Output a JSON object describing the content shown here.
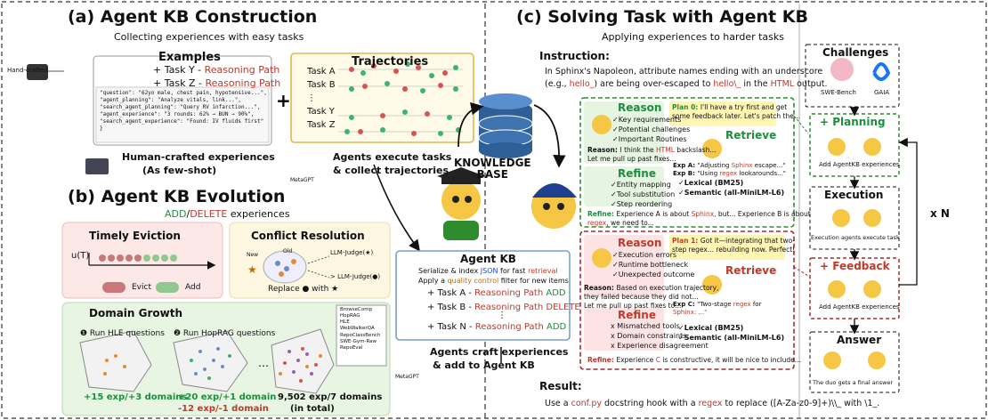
{
  "a": {
    "title": "(a) Agent KB Construction",
    "subtitle": "Collecting experiences with easy tasks",
    "examples_label": "Examples",
    "hand_crafted": "Hand-crafted",
    "example1_task": "+ Task Y - ",
    "example1_path": "Reasoning Path",
    "example2_task": "+ Task Z - ",
    "example2_path": "Reasoning Path",
    "json": [
      "\"question\": \"62yo male, chest pain, hypotensive...\",",
      "\"agent_planning\": \"Analyze vitals, link...\",",
      "\"search_agent_planning\": \"Query RV infarction...\",",
      "\"agent_experience\": \"3 rounds: 62% → BUN → 90%\",",
      "\"search_agent_experience\": \"Found: IV fluids first\"",
      "}"
    ],
    "human_crafted": "Human-crafted experiences",
    "few_shot": "(As few-shot)",
    "trajectories_label": "Trajectories",
    "traj_tasks": [
      "Task A",
      "Task B",
      "⋮",
      "Task Y",
      "Task Z"
    ],
    "agents_exec": "Agents execute tasks",
    "collect": "& collect trajectories",
    "metagpt": "MetaGPT"
  },
  "b": {
    "title": "(b) Agent KB Evolution",
    "add": "ADD",
    "slash": "/",
    "delete": "DELETE",
    "experiences": " experiences",
    "eviction": "Timely Eviction",
    "ut": "u(T)",
    "evict": "Evict",
    "add_legend": "Add",
    "conflict": "Conflict Resolution",
    "new": "New",
    "old": "Old",
    "judge1": "LLM-Judge(★)",
    "judge2": "> LLM-Judge(●)",
    "replace": "Replace ● with ★",
    "growth": "Domain Growth",
    "run_hle": "❶ Run HLE questions",
    "run_hop": "❷ Run HopRAG questions",
    "domains": [
      "BrowseComp",
      "HopRAG",
      "HLE",
      "WebWalkerQA",
      "RepoClassBench",
      "SWE-Gym-Raw",
      "RepoEval"
    ],
    "step1": "+15 exp/+3 domains",
    "step2a": "+20 exp/+1 domain",
    "step2b": "-12 exp/-1 domain",
    "total": "9,502 exp/7 domains",
    "total_note": "(in total)"
  },
  "center": {
    "kb1": "KNOWLEDGE",
    "kb2": "BASE",
    "agent_kb": "Agent KB",
    "ser1": "Serialize & index ",
    "ser_json": "JSON",
    "ser2": " for fast ",
    "ser_ret": "retrieval",
    "q1": "Apply a ",
    "q_ctrl": "quality control",
    "q2": " filter for new items",
    "t1_task": "+ Task A - ",
    "t1_path": "Reasoning Path ",
    "t1_act": "ADD",
    "t2_task": "+ Task B - ",
    "t2_path": "Reasoning Path ",
    "t2_act": "DELETE",
    "dots": "⋮",
    "t3_task": "+ Task N - ",
    "t3_path": "Reasoning Path ",
    "t3_act": "ADD",
    "craft1": "Agents craft experiences",
    "craft2": "& add to Agent KB",
    "metagpt": "MetaGPT"
  },
  "c": {
    "title": "(c) Solving Task with Agent KB",
    "subtitle": "Applying experiences to harder tasks",
    "instruction_label": "Instruction:",
    "instr1": "In Sphinx's Napoleon, attribute names ending with an underscore",
    "instr2a": "(e.g., ",
    "instr2_hello": "hello_",
    "instr2b": ") are being over-escaped to ",
    "instr2_hello2": "hello\\_",
    "instr2c": " in the ",
    "instr2_html": "HTML",
    "instr2d": " output.",
    "reason": "Reason",
    "r1": [
      "✓Key requirements",
      "✓Potential challenges",
      "✓Important Routines"
    ],
    "reason_prefix": "Reason: ",
    "rt1a": "I think the ",
    "rt1_html": "HTML",
    "rt1b": " backslash...",
    "rt1c": "Let me pull up past fixes...",
    "plan0_label": "Plan 0: ",
    "plan0a": "I'll have a try first and get",
    "plan0b": "some feedback later. Let's patch the...",
    "retrieve": "Retrieve",
    "refine": "Refine",
    "f1": [
      "✓Entity mapping",
      "✓Tool substitution",
      "✓Step reordering"
    ],
    "expA_label": "Exp A: ",
    "expA1": "\"Adjusting ",
    "expA_sphinx": "Sphinx",
    "expA2": " escape...\"",
    "expB_label": "Exp B: ",
    "expB1": "\"Using ",
    "expB_regex": "regex",
    "expB2": " lookarounds...\"",
    "lexical": "✓Lexical (BM25)",
    "semantic": "✓Semantic (all-MiniLM-L6)",
    "refine_prefix": "Refine: ",
    "ft1a": "Experience A is about ",
    "ft1_sphinx": "Sphinx",
    "ft1b": ", but... Experience B is about",
    "ft1_regex": "regex",
    "ft1c": ", we need to...",
    "r2": [
      "✓Execution errors",
      "✓Runtime bottleneck",
      "✓Unexpected outcome"
    ],
    "rt2a": "Based on execution trajectory,",
    "rt2b": "they failed because they did not...",
    "rt2c": "Let me pull up past fixes to...",
    "plan1_label": "Plan 1: ",
    "plan1a": "Got it—integrating that two-",
    "plan1b": "step regex... rebuilding now. Perfect!",
    "f2": [
      "x Mismatched tools",
      "x Domain constraints",
      "x Experience disagreement"
    ],
    "expC_label": "Exp C: ",
    "expC1": "\"Two-stage ",
    "expC_regex": "regex",
    "expC2": " for",
    "expC_sphinx": "Sphinx: ...\"",
    "ft2a": "Experience ",
    "ft2_c": "C",
    "ft2b": " is constructive, it will be nice to include...",
    "result_label": "Result:",
    "res1": "Use a ",
    "res_conf": "conf.py",
    "res2": " docstring hook with a ",
    "res_regex": "regex",
    "res3": " to replace ([A-Za-z0-9]+)\\\\_ with \\1_."
  },
  "right": {
    "challenges": "Challenges",
    "swe": "SWE-Bench",
    "gaia": "GAIA",
    "planning": "+ Planning",
    "planning_cap": "Add AgentKB experiences",
    "execution": "Execution",
    "execution_cap": "Execution agents execute task",
    "feedback": "+ Feedback",
    "feedback_cap": "Add AgentKB experiences",
    "answer": "Answer",
    "answer_cap": "The duo gets a final answer",
    "loop": "x N"
  },
  "colors": {
    "planning": "#2e8b2e",
    "feedback": "#a52a2a",
    "agent_kb_border": "#7a9ed0",
    "trajectories_border": "#e0b84a"
  }
}
